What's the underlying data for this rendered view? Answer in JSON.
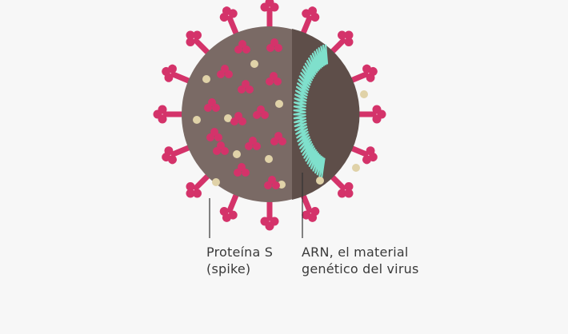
{
  "labels": {
    "protein_s": {
      "line1": "Proteína S",
      "line2": "(spike)"
    },
    "rna": {
      "line1": "ARN, el material",
      "line2": "genético del virus"
    }
  },
  "colors": {
    "background": "#f7f7f7",
    "virus_shell": "#7a6a65",
    "virus_interior": "#5e4e49",
    "spike": "#d4336a",
    "membrane_protein": "#e0d2a8",
    "rna_strand": "#7fe0cc",
    "leader_line": "#333333"
  },
  "icons": [
    "virus-particle",
    "spike-protein",
    "rna-strand"
  ]
}
